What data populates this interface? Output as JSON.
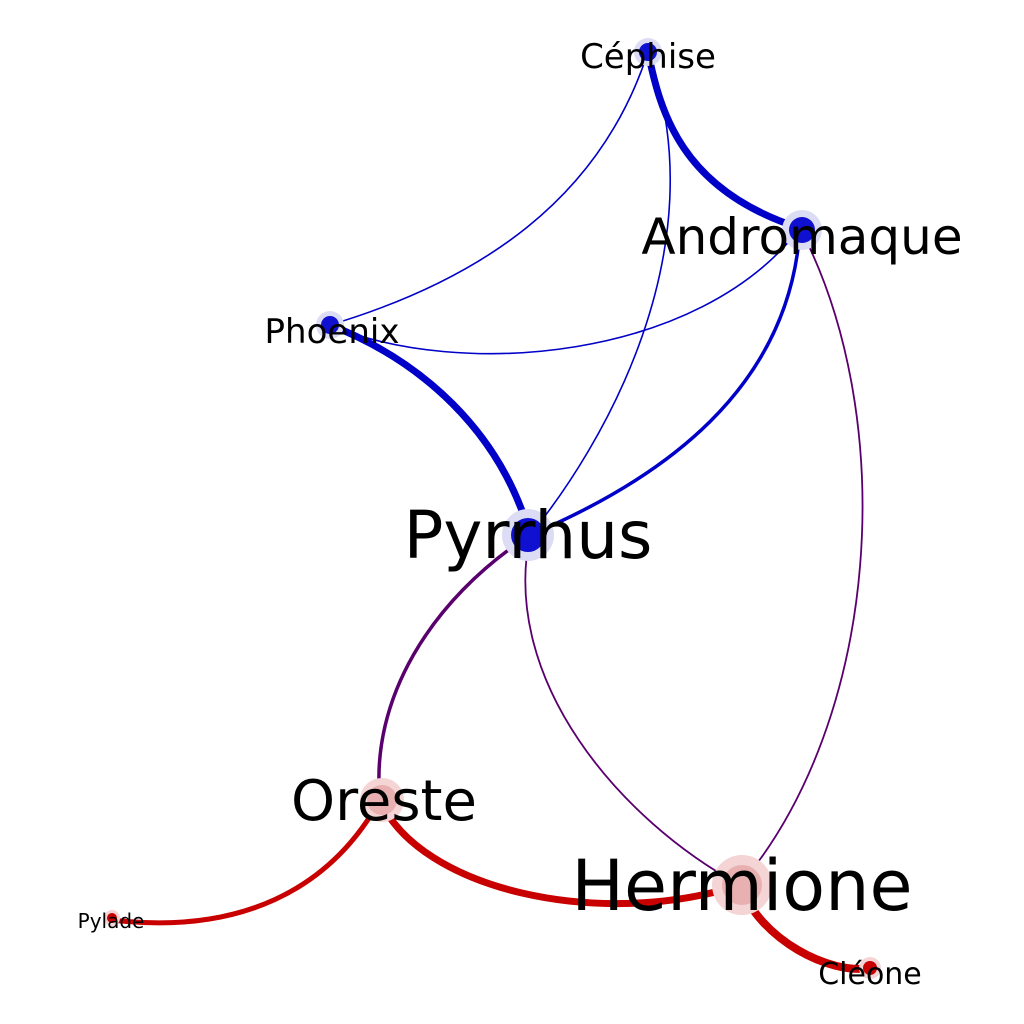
{
  "colors": {
    "blue_group": "#0000c8",
    "red_group": "#c80000",
    "mixed_edge": "#5a006e",
    "node_blue_fill": "#1010d0",
    "node_red_fill": "#e8b0b0",
    "node_halo": "#dcdcf4",
    "node_halo_red": "#f4d4d4"
  },
  "nodes": [
    {
      "id": "cephise",
      "label": "Céphise",
      "group": "blue",
      "size": "small"
    },
    {
      "id": "andromaque",
      "label": "Andromaque",
      "group": "blue",
      "size": "large"
    },
    {
      "id": "phoenix",
      "label": "Phoenix",
      "group": "blue",
      "size": "small"
    },
    {
      "id": "pyrrhus",
      "label": "Pyrrhus",
      "group": "blue",
      "size": "xlarge"
    },
    {
      "id": "oreste",
      "label": "Oreste",
      "group": "red",
      "size": "large"
    },
    {
      "id": "hermione",
      "label": "Hermione",
      "group": "red",
      "size": "xxlarge"
    },
    {
      "id": "pylade",
      "label": "Pylade",
      "group": "red",
      "size": "tiny"
    },
    {
      "id": "cleone",
      "label": "Cléone",
      "group": "red",
      "size": "small"
    }
  ],
  "edges": [
    {
      "source": "cephise",
      "target": "andromaque",
      "type": "blue",
      "weight": "heavy"
    },
    {
      "source": "cephise",
      "target": "phoenix",
      "type": "blue",
      "weight": "thin"
    },
    {
      "source": "cephise",
      "target": "pyrrhus",
      "type": "blue",
      "weight": "thin"
    },
    {
      "source": "andromaque",
      "target": "phoenix",
      "type": "blue",
      "weight": "thin"
    },
    {
      "source": "andromaque",
      "target": "pyrrhus",
      "type": "blue",
      "weight": "medium"
    },
    {
      "source": "phoenix",
      "target": "pyrrhus",
      "type": "blue",
      "weight": "heavy"
    },
    {
      "source": "andromaque",
      "target": "hermione",
      "type": "mixed",
      "weight": "thin"
    },
    {
      "source": "pyrrhus",
      "target": "hermione",
      "type": "mixed",
      "weight": "thin"
    },
    {
      "source": "pyrrhus",
      "target": "oreste",
      "type": "mixed",
      "weight": "medium"
    },
    {
      "source": "oreste",
      "target": "hermione",
      "type": "red",
      "weight": "heavy"
    },
    {
      "source": "oreste",
      "target": "pylade",
      "type": "red",
      "weight": "medium"
    },
    {
      "source": "hermione",
      "target": "cleone",
      "type": "red",
      "weight": "heavy"
    }
  ]
}
